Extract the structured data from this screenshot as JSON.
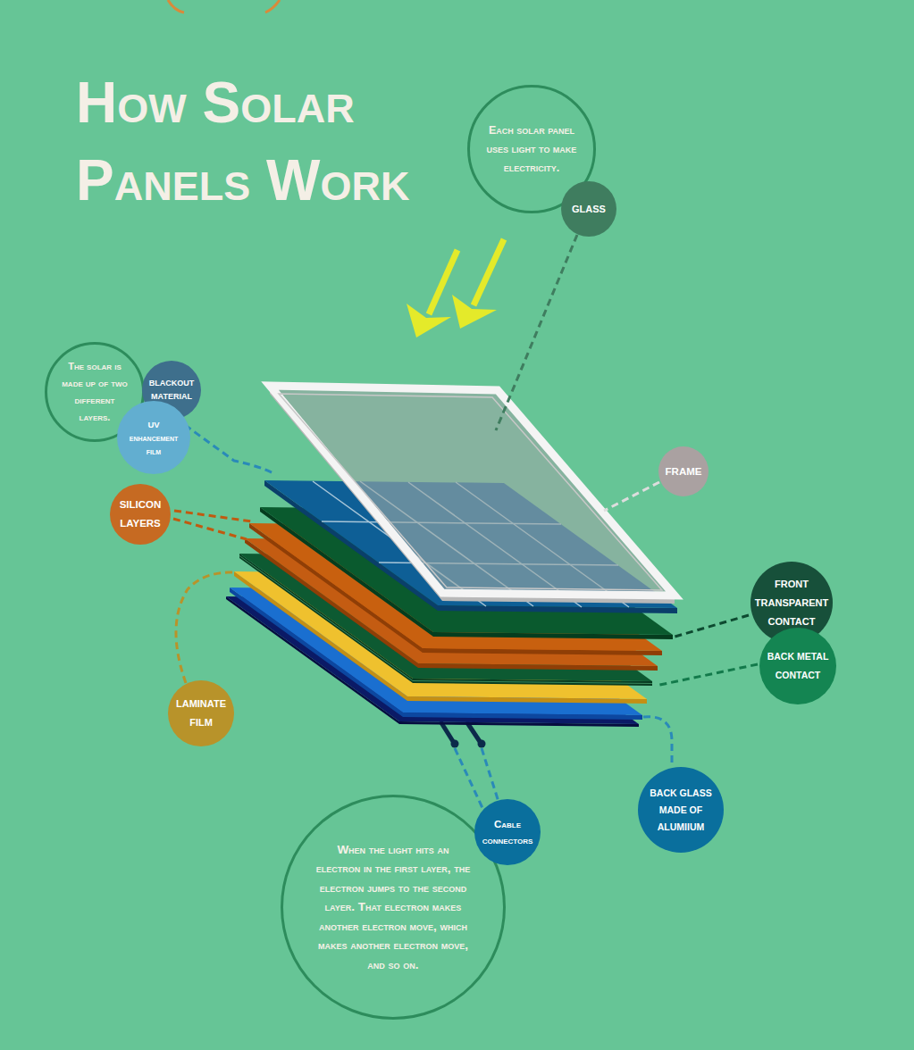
{
  "diagram": {
    "title": "How Solar Panels Work",
    "nodes": [
      {
        "text": [
          "Each solar panel uses light to make electricity."
        ]
      },
      {
        "text": [
          "GLASS"
        ]
      },
      {
        "text": [
          "The solar is made up of two different layers."
        ]
      },
      {
        "text": [
          "BLACKOUT MATERIAL"
        ]
      },
      {
        "text": [
          "UV enhancement film"
        ]
      },
      {
        "text": [
          "FRAME"
        ]
      },
      {
        "text": [
          "SILICON LAYERS"
        ]
      },
      {
        "text": [
          "FRONT TRANSPARENT CONTACT"
        ]
      },
      {
        "text": [
          "BACK METAL CONTACT"
        ]
      },
      {
        "text": [
          "LAMINATE FILM"
        ]
      },
      {
        "text": [
          "BACK GLASS MADE OF ALUMIIUM"
        ]
      },
      {
        "text": [
          "Cable connectors"
        ]
      },
      {
        "text": [
          "When the light hits an electron in the first layer, the electron jumps to the second layer. That electron makes another electron move, which makes another electron move, and so on."
        ]
      }
    ]
  }
}
